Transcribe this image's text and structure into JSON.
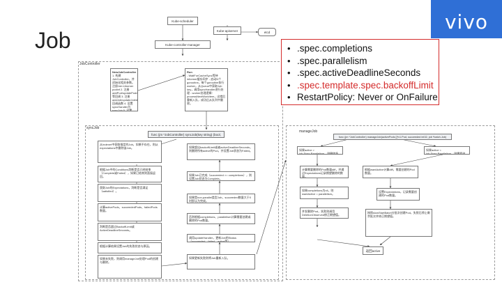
{
  "slide": {
    "title": "Job"
  },
  "brand": {
    "logo_text": "vivo",
    "bar_color": "#2f6fd6"
  },
  "top_nodes": {
    "scheduler": "Kube-scheduler",
    "apiserver": "Kube-apiserver",
    "etcd": "etcd",
    "controller_manager": "Kube-controller-manager"
  },
  "frames": {
    "jobcontroller": "JobController",
    "syncjob": "syncJob",
    "managejob": "manageJob"
  },
  "bullets": [
    {
      "text": ".spec.completions",
      "highlight": false
    },
    {
      "text": ".spec.parallelism",
      "highlight": false
    },
    {
      "text": ".spec.activeDeadlineSeconds",
      "highlight": false
    },
    {
      "text": ".spec.template.spec.backoffLimit",
      "highlight": true
    },
    {
      "text": "RestartPolicy: Never or OnFailure",
      "highlight": false
    }
  ],
  "jobcontroller_nodes": {
    "new_job_controller": {
      "title": "NewJobController",
      "body": "1. 构建JobController，并初始化相关参数。注册Job informer podinf 2. 注册addPod/updatePod/deletePod等回调 3. 注册addJob/updateJob/deleteJob回调函数 4. 设置syncHandler为syncJob 5. 设置updateHandler为updateJobStatus"
    },
    "run": {
      "title": "Run",
      "body": "- WaitForCacheSync等待informer缓存同步 - 启动N个goroutine，每个goroutine执行worker，从Queue中获取Job key，调用syncHandler进行处理 - worker处理逻辑：processNextWorkItem，出错后重新入队，成功后从队列中删除。"
    }
  },
  "syncjob_header": "func (jm *JobController) syncJob(key string) (bool, error)",
  "syncjob_left": [
    "从Indexer中获取指定的Job，如果不存在，则从expectations中删除该Job。",
    "根据Job中的Conditions判断是否已经结束（Complete或Failed），如果已结束则直接返回。",
    "获取Job的Expectations，判断是否满足（satisfied）。",
    "计算activePods、succeededPods、failedPods数量。",
    "判断是否超过BackoffLimit或ActiveDeadlineSeconds。",
    "根据计算结果设置Job的失败状态与原因。",
    "如果未失败，则调用manageJob处理Pod的创建与删除。"
  ],
  "syncjob_right": [
    "如果超出backoffLimit或者activeDeadlineSeconds，则删除所有active的Pod，并设置Job状态为Failed。",
    "如果Job已完成（succeeded >= completions），则设置Job状态为Complete。",
    "如果是non-parallel类型Job，succeeded数量大于0时即认为完成。",
    "否则根据completions、parallelism计算需要创建或删除的Pod数量。",
    "调用updateHandler，更新Job的Status（succeeded、failed、active等）。",
    "如果更新失败则将Job重新入队。"
  ],
  "managejob_header": "func (jm *JobController) manageJob(activePods []*v1.Pod, succeeded int32, job *batch.Job) (int32, error)",
  "managejob_nodes": [
    "如果active > job.Spec.Parallelism，则删除多余的Pod。",
    "如果active < job.Spec.Parallelism，则需要创建新的Pod。",
    "计算需要删除的Pod数量diff，并通过Expectations记录期望删除的数量。",
    "根据wantActive计算diff，需要创建的Pod数量。",
    "如果completions为nil，则wantActive = parallelism。",
    "设置Expectations，记录需要创建的Pod数量。",
    "并发删除Pod，失败则调用DeletionObserved修正期望值。",
    "按照slowStartBatch分批次创建Pod，失败后停止剩余批次并修正期望值。",
    "返回active"
  ]
}
